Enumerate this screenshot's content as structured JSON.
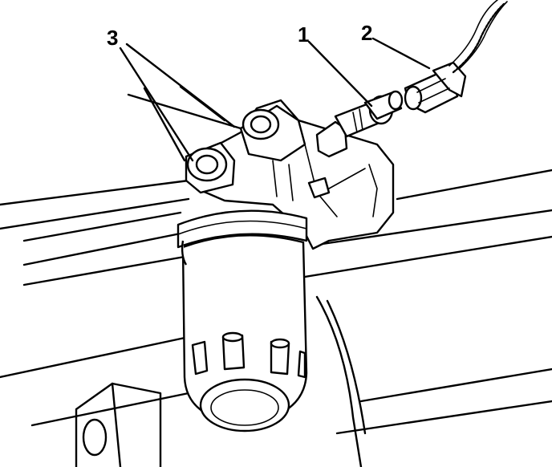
{
  "callouts": [
    {
      "id": "1",
      "label": "1"
    },
    {
      "id": "2",
      "label": "2"
    },
    {
      "id": "3",
      "label": "3"
    }
  ],
  "colors": {
    "stroke": "#000000",
    "background": "#ffffff"
  }
}
